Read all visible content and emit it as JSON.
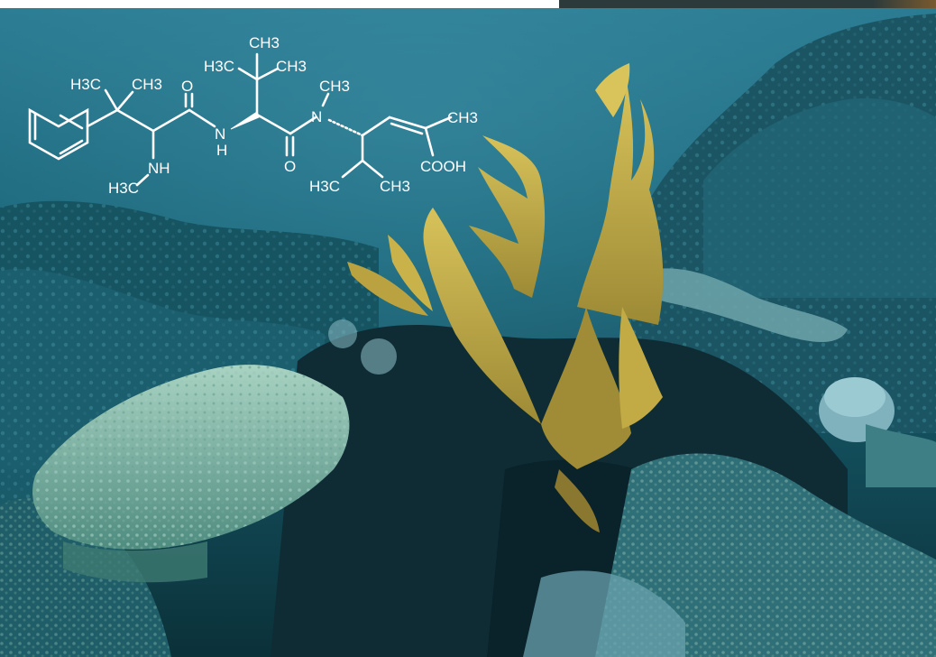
{
  "structure": {
    "labels": {
      "h3c_top_left": "H3C",
      "ch3_top_left": "CH3",
      "o_first": "O",
      "h3c_tbu": "H3C",
      "ch3_tbu_top": "CH3",
      "ch3_tbu_right": "CH3",
      "ch3_n_methyl": "CH3",
      "n_amide": "N",
      "nh_bridge_n": "N",
      "nh_bridge_h": "H",
      "nh_amine": "NH",
      "h3c_amine": "H3C",
      "o_second": "O",
      "ch3_alkene": "CH3",
      "cooh": "COOH",
      "h3c_ipr": "H3C",
      "ch3_ipr": "CH3"
    },
    "colors": {
      "ink": "#ffffff",
      "water_top": "#1f6f86",
      "water_mid": "#175b6c",
      "coral_yellow": "#c9b24a",
      "coral_green": "#7fb3a6",
      "rock_dark": "#0e2a33"
    }
  }
}
